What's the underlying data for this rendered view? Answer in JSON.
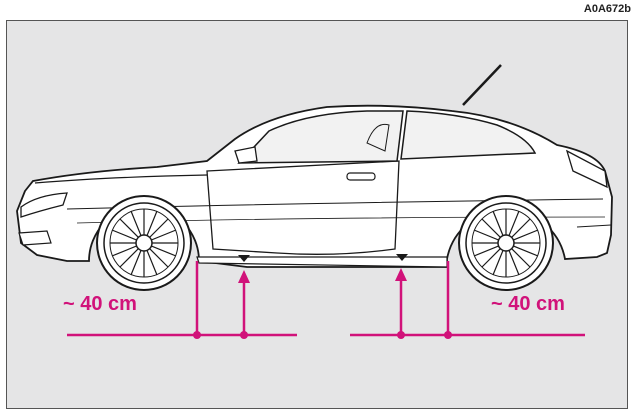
{
  "figure_code": "A0A672b",
  "measurements": {
    "left_label": "~ 40 cm",
    "right_label": "~ 40 cm"
  },
  "colors": {
    "accent": "#d1127a",
    "panel_background": "#e5e5e6",
    "car_body": "#ffffff",
    "outline": "#1a1a1a"
  }
}
